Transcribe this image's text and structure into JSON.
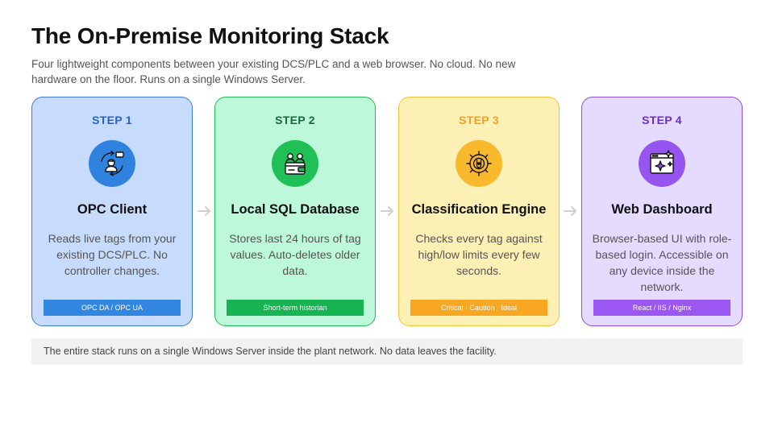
{
  "header": {
    "title": "The On-Premise Monitoring Stack",
    "subtitle": "Four lightweight components between your existing DCS/PLC and a web browser. No cloud. No new hardware on the floor. Runs on a single Windows Server."
  },
  "steps": [
    {
      "step": "STEP 1",
      "title": "OPC Client",
      "description": "Reads live tags from your existing DCS/PLC. No controller changes.",
      "tag": "OPC DA / OPC UA",
      "icon": "operator-sync-icon",
      "accent": "#2f83df"
    },
    {
      "step": "STEP 2",
      "title": "Local SQL Database",
      "description": "Stores last 24 hours of tag values. Auto-deletes older data.",
      "tag": "Short-term historian",
      "icon": "database-users-icon",
      "accent": "#1fc157"
    },
    {
      "step": "STEP 3",
      "title": "Classification Engine",
      "description": "Checks every tag against high/low limits every few seconds.",
      "tag": "Critical · Caution · Ideal",
      "icon": "gear-engine-icon",
      "accent": "#f8b92c"
    },
    {
      "step": "STEP 4",
      "title": "Web Dashboard",
      "description": "Browser-based UI with role-based login. Accessible on any device inside the network.",
      "tag": "React / IIS / Nginx",
      "icon": "browser-sparkle-icon",
      "accent": "#9654f0"
    }
  ],
  "footer": {
    "note": "The entire stack runs on a single Windows Server inside the plant network. No data leaves the facility."
  }
}
